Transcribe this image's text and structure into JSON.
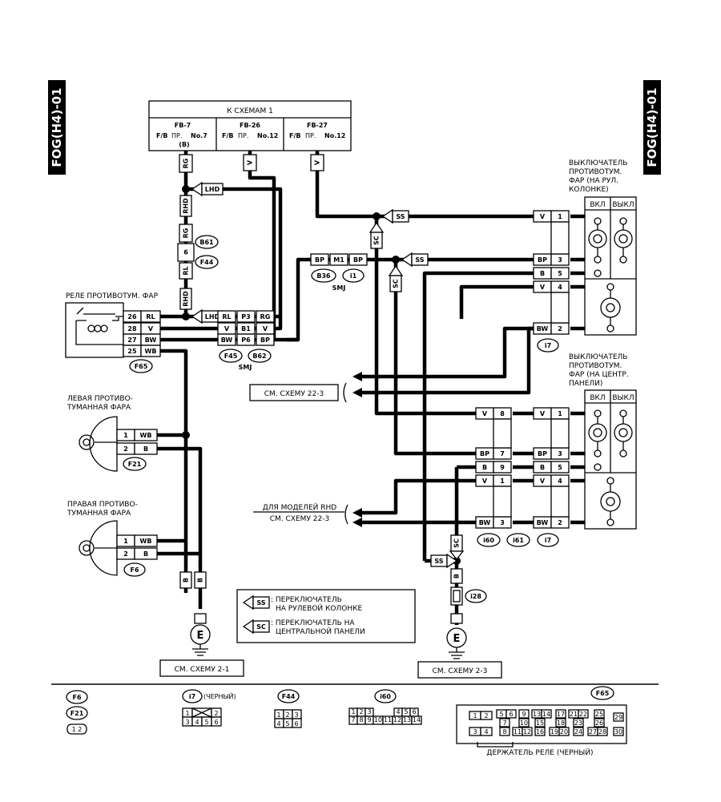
{
  "side_label": "FOG(H4)-01",
  "top_box": {
    "title": "К СХЕМАМ 1",
    "cols": [
      {
        "code": "FB-7",
        "fb": "F/B",
        "pr": "ПР.",
        "no": "No.7",
        "extra": "(B)"
      },
      {
        "code": "FB-26",
        "fb": "F/B",
        "pr": "ПР.",
        "no": "No.12"
      },
      {
        "code": "FB-27",
        "fb": "F/B",
        "pr": "ПР.",
        "no": "No.12"
      }
    ]
  },
  "wire_codes": {
    "rg": "RG",
    "v": "V",
    "rl": "RL",
    "bp": "BP",
    "bw": "BW",
    "wb": "WB",
    "b": "B",
    "m1": "M1",
    "lhd": "LHD",
    "rhd": "RHD",
    "p3": "P3",
    "b1": "B1",
    "p6": "P6",
    "ss": "SS",
    "sc": "SC",
    "e": "E",
    "pin6": "6"
  },
  "connectors": {
    "b61": "B61",
    "f44": "F44",
    "b36": "B36",
    "i1": "i1",
    "f45": "F45",
    "b62": "B62",
    "f65": "F65",
    "f21": "F21",
    "f6": "F6",
    "i7": "i7",
    "i60": "i60",
    "i61": "i61",
    "i28": "i28",
    "smj": "SMJ"
  },
  "relay": {
    "title": "РЕЛЕ ПРОТИВОТУМ. ФАР",
    "pins": [
      {
        "n": "26",
        "c": "RL"
      },
      {
        "n": "28",
        "c": "V"
      },
      {
        "n": "27",
        "c": "BW"
      },
      {
        "n": "25",
        "c": "WB"
      }
    ]
  },
  "left_lamp": {
    "title1": "ЛЕВАЯ ПРОТИВО-",
    "title2": "ТУМАННАЯ ФАРА",
    "pins": [
      {
        "n": "1",
        "c": "WB"
      },
      {
        "n": "2",
        "c": "B"
      }
    ]
  },
  "right_lamp": {
    "title1": "ПРАВАЯ ПРОТИВО-",
    "title2": "ТУМАННАЯ ФАРА",
    "pins": [
      {
        "n": "1",
        "c": "WB"
      },
      {
        "n": "2",
        "c": "B"
      }
    ]
  },
  "switch1": {
    "title": [
      "ВЫКЛЮЧАТЕЛЬ",
      "ПРОТИВОТУМ.",
      "ФАР (НА РУЛ.",
      "КОЛОНКЕ)"
    ],
    "on": "ВКЛ",
    "off": "ВЫКЛ",
    "pins": [
      {
        "n": "1",
        "c": "V"
      },
      {
        "n": "3",
        "c": "BP"
      },
      {
        "n": "5",
        "c": "B"
      },
      {
        "n": "4",
        "c": "V"
      },
      {
        "n": "2",
        "c": "BW"
      }
    ]
  },
  "switch2": {
    "title": [
      "ВЫКЛЮЧАТЕЛЬ",
      "ПРОТИВОТУМ.",
      "ФАР (НА ЦЕНТР.",
      "ПАНЕЛИ)"
    ],
    "on": "ВКЛ",
    "off": "ВЫКЛ",
    "pins": [
      {
        "n": "1",
        "c": "V"
      },
      {
        "n": "3",
        "c": "BP"
      },
      {
        "n": "5",
        "c": "B"
      },
      {
        "n": "4",
        "c": "V"
      },
      {
        "n": "2",
        "c": "BW"
      }
    ]
  },
  "i60_pins": [
    {
      "n": "8",
      "c": "V"
    },
    {
      "n": "7",
      "c": "BP"
    },
    {
      "n": "9",
      "c": "B"
    },
    {
      "n": "1",
      "c": "V"
    },
    {
      "n": "3",
      "c": "BW"
    }
  ],
  "refs": {
    "see_22_3": "СМ. СХЕМУ 22-3",
    "rhd_models": "ДЛЯ МОДЕЛЕЙ RHD",
    "see_22_3b": "СМ. СХЕМУ 22-3",
    "see_2_1": "СМ. СХЕМУ 2-1",
    "see_2_3": "СМ. СХЕМУ 2-3"
  },
  "legend": {
    "ss_line1": ": ПЕРЕКЛЮЧАТЕЛЬ",
    "ss_line2": "НА РУЛЕВОЙ КОЛОНКЕ",
    "sc_line1": ": ПЕРЕКЛЮЧАТЕЛЬ НА",
    "sc_line2": "ЦЕНТРАЛЬНОЙ ПАНЕЛИ"
  },
  "bottom": {
    "f6": "F6",
    "f21": "F21",
    "f6_pins": "1 2",
    "i7": "i7",
    "i7_note": "(ЧЕРНЫЙ)",
    "i7_row1": [
      "1",
      "2"
    ],
    "i7_row2": [
      "3",
      "4",
      "5",
      "6"
    ],
    "f44": "F44",
    "f44_row1": [
      "1",
      "2",
      "3"
    ],
    "f44_row2": [
      "4",
      "5",
      "6"
    ],
    "i60": "i60",
    "i60_row1": [
      "1",
      "2",
      "3",
      "4",
      "5",
      "6"
    ],
    "i60_row2": [
      "7",
      "8",
      "9",
      "10",
      "11",
      "12",
      "13",
      "14"
    ],
    "f65": "F65",
    "holder": "ДЕРЖАТЕЛЬ РЕЛЕ (ЧЕРНЫЙ)",
    "f65_cells": [
      "1",
      "2",
      "5",
      "6",
      "9",
      "13",
      "14",
      "17",
      "21",
      "22",
      "25",
      "29",
      "7",
      "10",
      "15",
      "18",
      "23",
      "26",
      "3",
      "4",
      "8",
      "11",
      "12",
      "16",
      "19",
      "20",
      "24",
      "27",
      "28",
      "30"
    ]
  }
}
